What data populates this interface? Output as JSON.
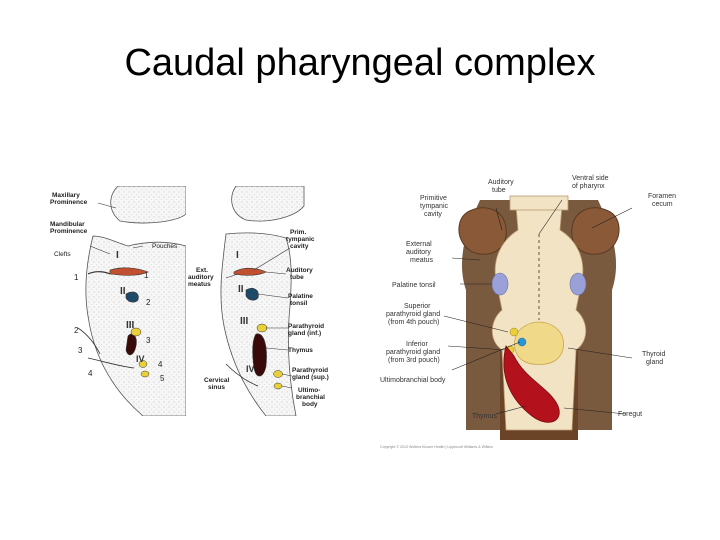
{
  "slide": {
    "title": "Caudal pharyngeal complex"
  },
  "left_figure": {
    "labels": {
      "maxillary": [
        "Maxillary",
        "Prominence"
      ],
      "mandibular": [
        "Mandibular",
        "Prominence"
      ],
      "pouches": "Pouches",
      "clefts": "Clefts",
      "roman": [
        "I",
        "II",
        "III",
        "IV"
      ],
      "pouch_nums": [
        "1",
        "2",
        "3",
        "4",
        "5"
      ],
      "cleft_nums": [
        "1",
        "2",
        "3",
        "4"
      ]
    }
  },
  "middle_figure": {
    "labels": {
      "prim_tympanic": [
        "Prim.",
        "tympanic",
        "cavity"
      ],
      "ext_auditory": [
        "Ext.",
        "auditory",
        "meatus"
      ],
      "auditory_tube": [
        "Auditory",
        "tube"
      ],
      "palatine_tonsil": [
        "Palatine",
        "tonsil"
      ],
      "parathyroid_inf": [
        "Parathyroid",
        "gland (inf.)"
      ],
      "thymus": "Thymus",
      "parathyroid_sup": [
        "Parathyroid",
        "gland (sup.)"
      ],
      "cervical_sinus": [
        "Cervical",
        "sinus"
      ],
      "ultimobranchial": [
        "Ultimo-",
        "branchial",
        "body"
      ],
      "roman": [
        "I",
        "II",
        "III",
        "IV"
      ]
    }
  },
  "right_figure": {
    "labels": {
      "auditory_tube": [
        "Auditory",
        "tube"
      ],
      "ventral_side": [
        "Ventral side",
        "of pharynx"
      ],
      "primitive_tympanic": [
        "Primitive",
        "tympanic",
        "cavity"
      ],
      "foramen_cecum": [
        "Foramen",
        "cecum"
      ],
      "external_auditory": [
        "External",
        "auditory",
        "meatus"
      ],
      "palatine_tonsil": "Palatine tonsil",
      "superior_parathyroid": [
        "Superior",
        "parathyroid gland",
        "(from 4th pouch)"
      ],
      "inferior_parathyroid": [
        "Inferior",
        "parathyroid gland",
        "(from 3rd pouch)"
      ],
      "ultimobranchial": "Ultimobranchial body",
      "thyroid_gland": [
        "Thyroid",
        "gland"
      ],
      "thymus": "Thymus",
      "foregut": "Foregut",
      "copyright": "Copyright © 2010 Wolters Kluwer Health | Lippincott Williams & Wilkins"
    }
  },
  "colors": {
    "brown": "#8a5a38",
    "dark_brown": "#6b4326",
    "tissue": "#7a5a3f",
    "pharynx": "#f1e3c4",
    "tonsil": "#9aa0d8",
    "thymus": "#b3121c",
    "thyroid": "#f1d98a",
    "parathyroid": "#e9cf3a",
    "ultimobranchial": "#2a96d6"
  }
}
